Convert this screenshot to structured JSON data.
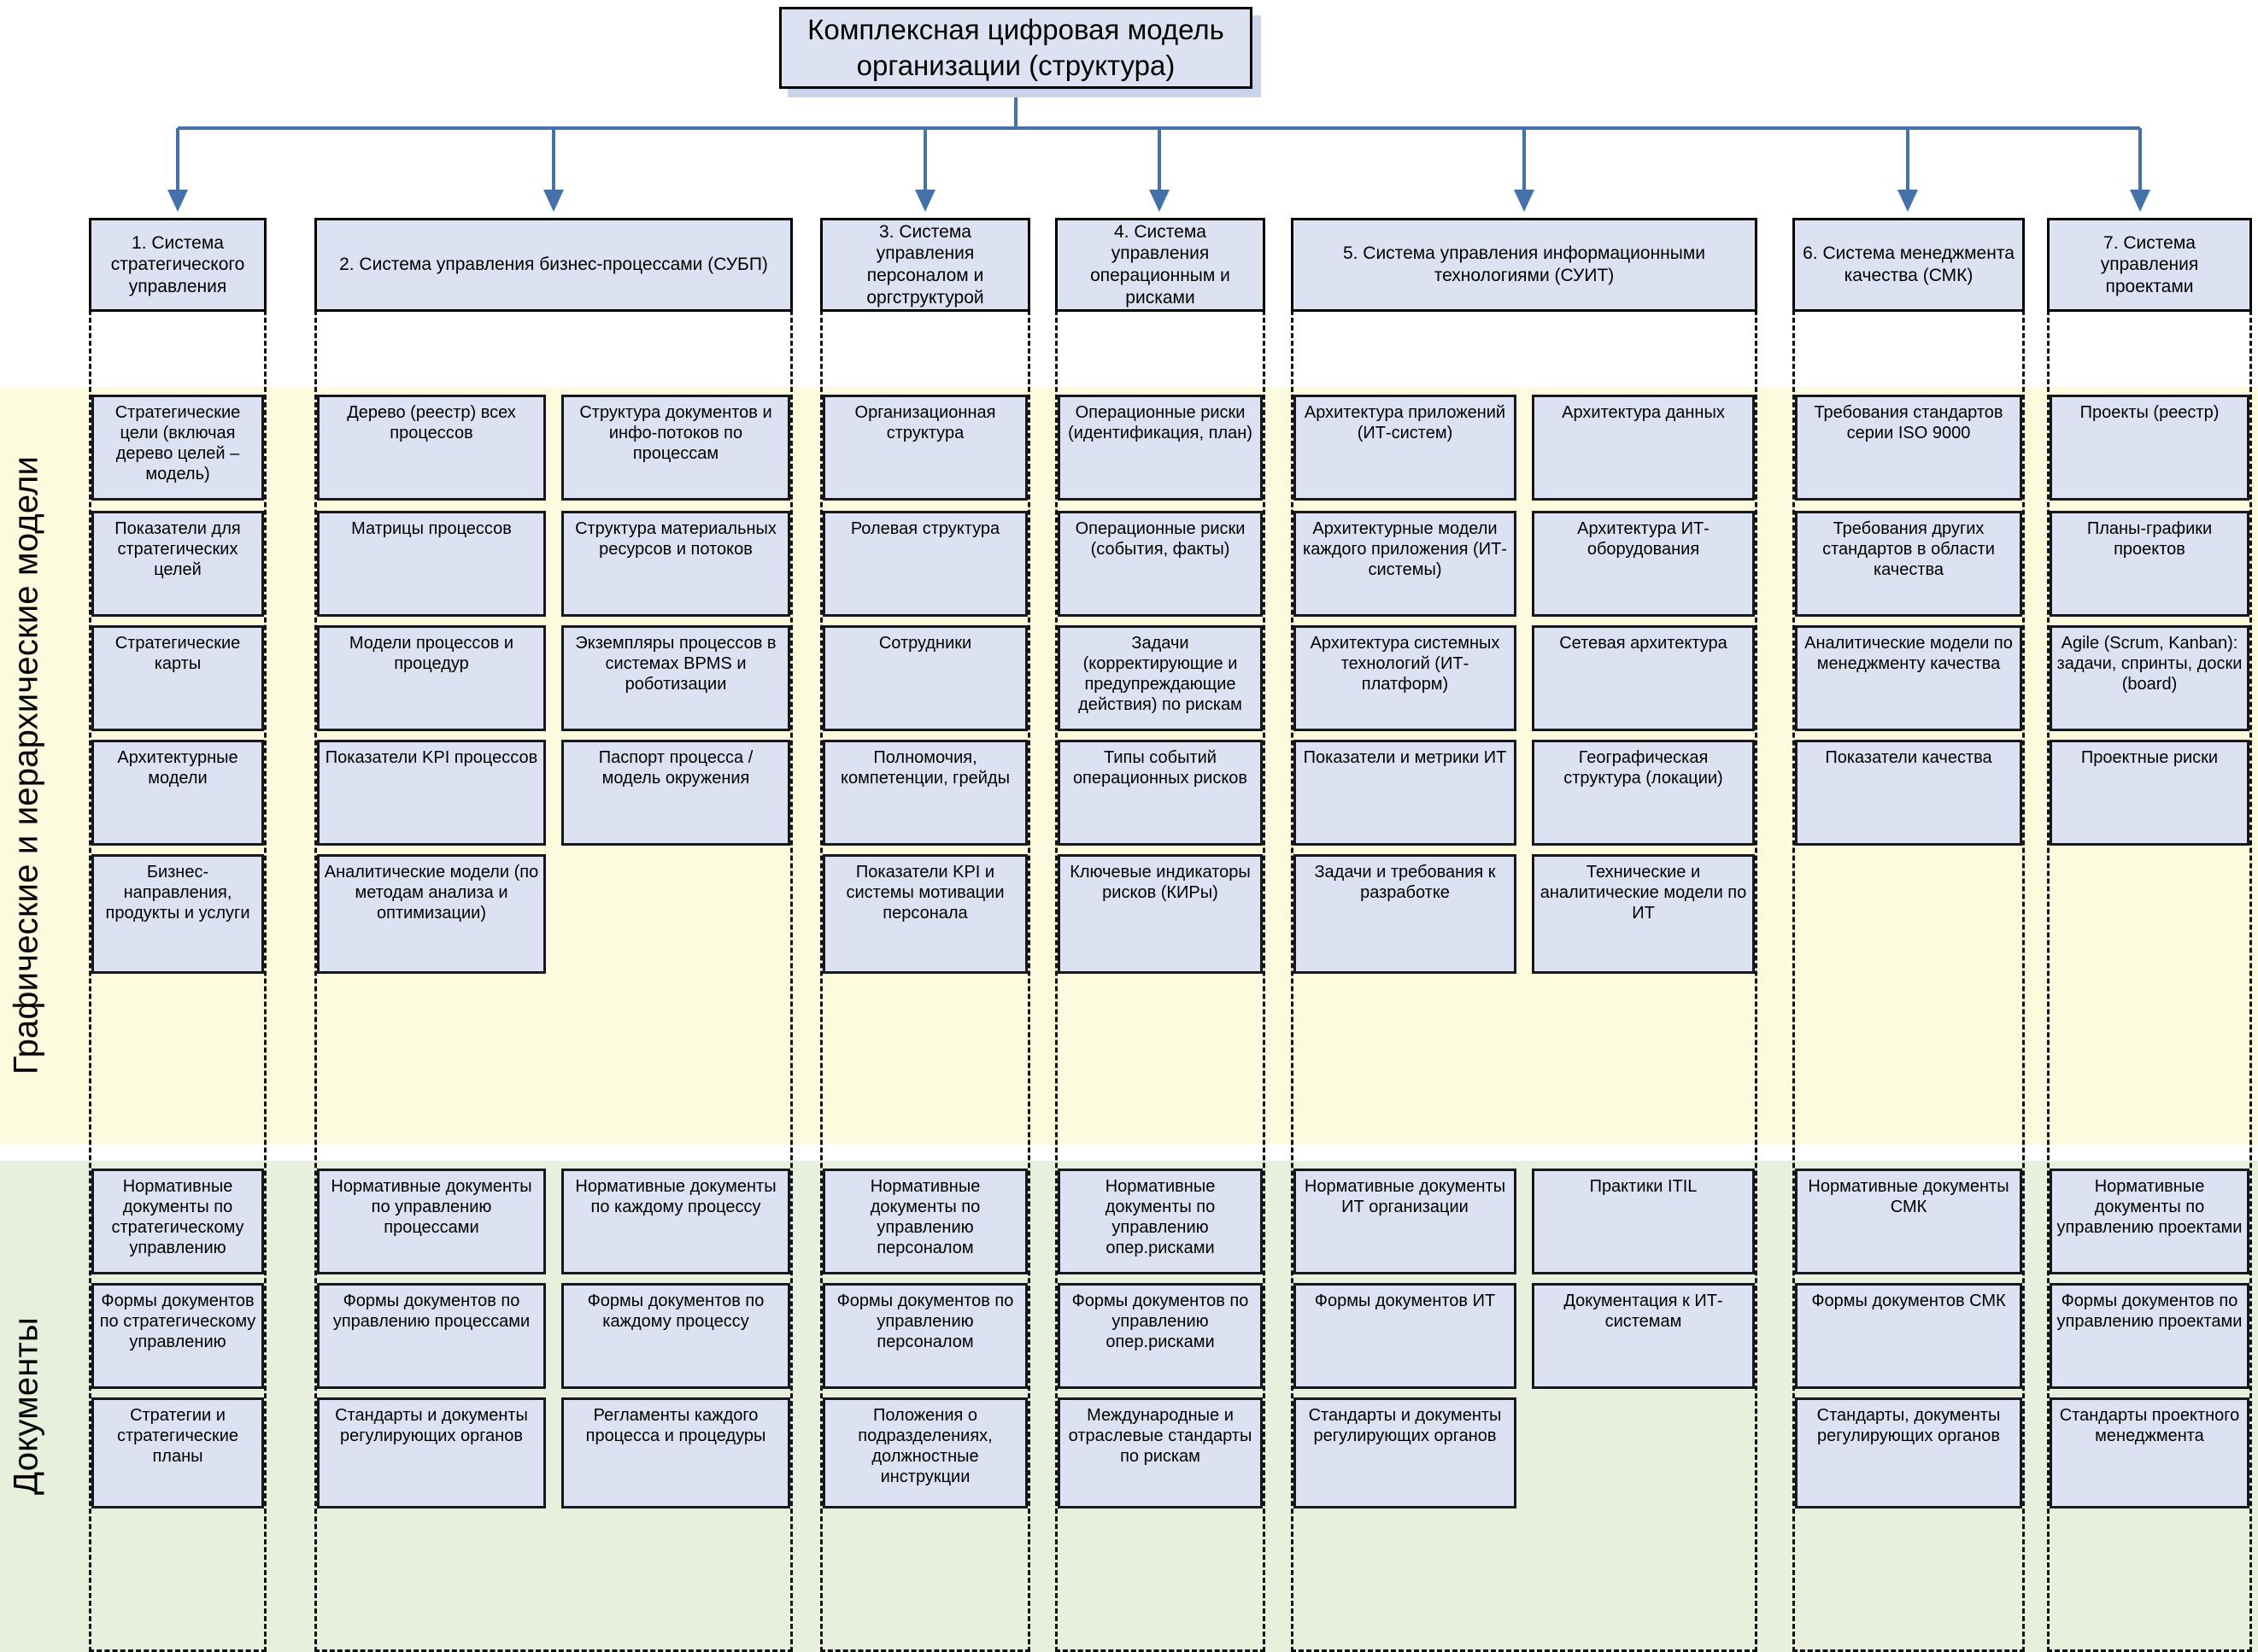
{
  "title": {
    "text": "Комплексная цифровая модель организации (структура)"
  },
  "bands": [
    {
      "id": "models",
      "label": "Графические и иерархические модели",
      "color": "#fcfbdd"
    },
    {
      "id": "documents",
      "label": "Документы",
      "color": "#e8efdc"
    }
  ],
  "colors": {
    "box_fill": "#dce2f1",
    "box_border": "#16181d",
    "connector": "#4472a8",
    "band_models": "#fcfbdd",
    "band_documents": "#e8efdc"
  },
  "columns": [
    {
      "index": 1,
      "header": "1. Система стратегического управления",
      "subcolumns": [
        {
          "models": [
            "Стратегические цели (включая дерево целей – модель)",
            "Показатели для стратегических целей",
            "Стратегические карты",
            "Архитектурные модели",
            "Бизнес-направления, продукты и услуги"
          ],
          "documents": [
            "Нормативные документы по стратегическому управлению",
            "Формы документов по стратегическому управлению",
            "Стратегии и стратегические планы"
          ]
        }
      ]
    },
    {
      "index": 2,
      "header": "2. Система управления бизнес-процессами (СУБП)",
      "subcolumns": [
        {
          "models": [
            "Дерево (реестр) всех процессов",
            "Матрицы процессов",
            "Модели процессов и процедур",
            "Показатели KPI процессов",
            "Аналитические модели (по методам анализа и оптимизации)"
          ],
          "documents": [
            "Нормативные документы по управлению процессами",
            "Формы документов по управлению процессами",
            "Стандарты и документы регулирующих органов"
          ]
        },
        {
          "models": [
            "Структура документов и инфо-потоков по процессам",
            "Структура материальных ресурсов и потоков",
            "Экземпляры процессов в системах BPMS и роботизации",
            "Паспорт процесса / модель окружения",
            ""
          ],
          "documents": [
            "Нормативные документы по каждому процессу",
            "Формы документов по каждому процессу",
            "Регламенты каждого процесса и процедуры"
          ]
        }
      ]
    },
    {
      "index": 3,
      "header": "3. Система управления персоналом и оргструктурой",
      "subcolumns": [
        {
          "models": [
            "Организационная структура",
            "Ролевая структура",
            "Сотрудники",
            "Полномочия, компетенции, грейды",
            "Показатели KPI и системы мотивации персонала"
          ],
          "documents": [
            "Нормативные документы по управлению персоналом",
            "Формы документов по управлению персоналом",
            "Положения о подразделениях, должностные инструкции"
          ]
        }
      ]
    },
    {
      "index": 4,
      "header": "4. Система управления операционным и рисками",
      "subcolumns": [
        {
          "models": [
            "Операционные риски (идентификация, план)",
            "Операционные риски (события, факты)",
            "Задачи (корректирующие и предупреждающие действия) по рискам",
            "Типы событий операционных рисков",
            "Ключевые индикаторы рисков (КИРы)"
          ],
          "documents": [
            "Нормативные документы по управлению опер.рисками",
            "Формы документов по управлению опер.рисками",
            "Международные и отраслевые стандарты по рискам"
          ]
        }
      ]
    },
    {
      "index": 5,
      "header": "5. Система управления информационными технологиями (СУИТ)",
      "subcolumns": [
        {
          "models": [
            "Архитектура приложений (ИТ-систем)",
            "Архитектурные модели каждого приложения (ИТ-системы)",
            "Архитектура системных технологий (ИТ-платформ)",
            "Показатели и метрики ИТ",
            "Задачи и требования к разработке"
          ],
          "documents": [
            "Нормативные документы ИТ организации",
            "Формы документов ИТ",
            "Стандарты и документы регулирующих органов"
          ]
        },
        {
          "models": [
            "Архитектура данных",
            "Архитектура ИТ-оборудования",
            "Сетевая архитектура",
            "Географическая структура (локации)",
            "Технические и аналитические модели по ИТ"
          ],
          "documents": [
            "Практики ITIL",
            "Документация к ИТ-системам",
            ""
          ]
        }
      ]
    },
    {
      "index": 6,
      "header": "6. Система менеджмента качества (СМК)",
      "subcolumns": [
        {
          "models": [
            "Требования стандартов серии ISO 9000",
            "Требования других стандартов в области качества",
            "Аналитические модели по менеджменту качества",
            "Показатели качества",
            ""
          ],
          "documents": [
            "Нормативные документы СМК",
            "Формы документов СМК",
            "Стандарты, документы регулирующих органов"
          ]
        }
      ]
    },
    {
      "index": 7,
      "header": "7. Система управления проектами",
      "subcolumns": [
        {
          "models": [
            "Проекты (реестр)",
            "Планы-графики проектов",
            "Agile (Scrum, Kanban): задачи, спринты, доски (board)",
            "Проектные риски",
            ""
          ],
          "documents": [
            "Нормативные документы по управлению проектами",
            "Формы документов по управлению проектами",
            "Стандарты проектного менеджмента"
          ]
        }
      ]
    }
  ]
}
